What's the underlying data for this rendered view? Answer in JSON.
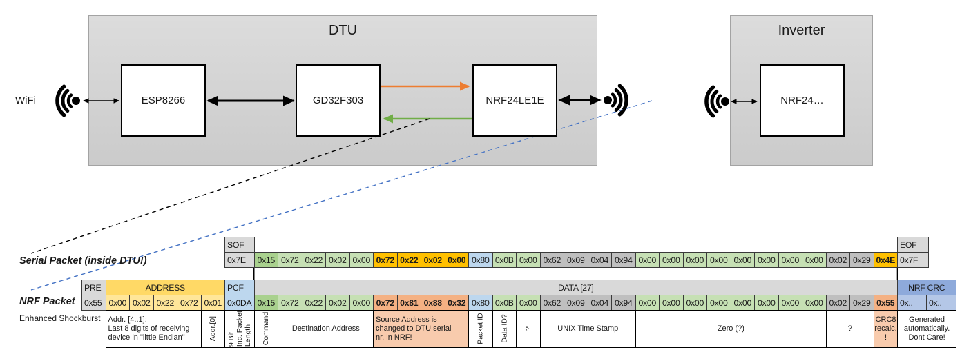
{
  "diagram": {
    "wifi_label": "WiFi",
    "dtu": {
      "title": "DTU",
      "components": [
        {
          "label": "ESP8266"
        },
        {
          "label": "GD32F303"
        },
        {
          "label": "NRF24LE1E"
        }
      ]
    },
    "inverter": {
      "title": "Inverter",
      "components": [
        {
          "label": "NRF24…"
        }
      ]
    },
    "icons": [
      "wifi-icon-left",
      "wifi-icon-dtu-right",
      "wifi-icon-inverter"
    ]
  },
  "serial_packet": {
    "label": "Serial Packet (inside DTU!)",
    "sof_header": "SOF",
    "sof_value": "0x7E",
    "eof_header": "EOF",
    "eof_value": "0x7F",
    "bytes": [
      {
        "v": "0x15",
        "c": "g2"
      },
      {
        "v": "0x72",
        "c": "g1"
      },
      {
        "v": "0x22",
        "c": "g1"
      },
      {
        "v": "0x02",
        "c": "g1"
      },
      {
        "v": "0x00",
        "c": "g1"
      },
      {
        "v": "0x72",
        "c": "gold",
        "b": true
      },
      {
        "v": "0x22",
        "c": "gold",
        "b": true
      },
      {
        "v": "0x02",
        "c": "gold",
        "b": true
      },
      {
        "v": "0x00",
        "c": "gold",
        "b": true
      },
      {
        "v": "0x80",
        "c": "blue"
      },
      {
        "v": "0x0B",
        "c": "g1"
      },
      {
        "v": "0x00",
        "c": "g1"
      },
      {
        "v": "0x62",
        "c": "gray2"
      },
      {
        "v": "0x09",
        "c": "gray2"
      },
      {
        "v": "0x04",
        "c": "gray2"
      },
      {
        "v": "0x94",
        "c": "gray2"
      },
      {
        "v": "0x00",
        "c": "g1"
      },
      {
        "v": "0x00",
        "c": "g1"
      },
      {
        "v": "0x00",
        "c": "g1"
      },
      {
        "v": "0x00",
        "c": "g1"
      },
      {
        "v": "0x00",
        "c": "g1"
      },
      {
        "v": "0x00",
        "c": "g1"
      },
      {
        "v": "0x00",
        "c": "g1"
      },
      {
        "v": "0x00",
        "c": "g1"
      },
      {
        "v": "0x02",
        "c": "gray2"
      },
      {
        "v": "0x29",
        "c": "gray2"
      },
      {
        "v": "0x4E",
        "c": "gold",
        "b": true
      }
    ]
  },
  "nrf_packet": {
    "label": "NRF Packet",
    "protocol_label": "Enhanced Shockburst",
    "pre_header": "PRE",
    "pre_value": "0x55",
    "address_header": "ADDRESS",
    "address_values": [
      "0x00",
      "0x02",
      "0x22",
      "0x72",
      "0x01"
    ],
    "pcf_header": "PCF",
    "pcf_value": "0x0DA",
    "data_header": "DATA [27]",
    "bytes": [
      {
        "v": "0x15",
        "c": "g2"
      },
      {
        "v": "0x72",
        "c": "g1"
      },
      {
        "v": "0x22",
        "c": "g1"
      },
      {
        "v": "0x02",
        "c": "g1"
      },
      {
        "v": "0x00",
        "c": "g1"
      },
      {
        "v": "0x72",
        "c": "salmon",
        "b": true
      },
      {
        "v": "0x81",
        "c": "salmon",
        "b": true
      },
      {
        "v": "0x88",
        "c": "salmon",
        "b": true
      },
      {
        "v": "0x32",
        "c": "salmon",
        "b": true
      },
      {
        "v": "0x80",
        "c": "blue"
      },
      {
        "v": "0x0B",
        "c": "g1"
      },
      {
        "v": "0x00",
        "c": "g1"
      },
      {
        "v": "0x62",
        "c": "gray2"
      },
      {
        "v": "0x09",
        "c": "gray2"
      },
      {
        "v": "0x04",
        "c": "gray2"
      },
      {
        "v": "0x94",
        "c": "gray2"
      },
      {
        "v": "0x00",
        "c": "g1"
      },
      {
        "v": "0x00",
        "c": "g1"
      },
      {
        "v": "0x00",
        "c": "g1"
      },
      {
        "v": "0x00",
        "c": "g1"
      },
      {
        "v": "0x00",
        "c": "g1"
      },
      {
        "v": "0x00",
        "c": "g1"
      },
      {
        "v": "0x00",
        "c": "g1"
      },
      {
        "v": "0x00",
        "c": "g1"
      },
      {
        "v": "0x02",
        "c": "gray2"
      },
      {
        "v": "0x29",
        "c": "gray2"
      },
      {
        "v": "0x55",
        "c": "salmon",
        "b": true
      }
    ],
    "crc_header": "NRF CRC",
    "crc_values": [
      "0x..",
      "0x.."
    ]
  },
  "annotations": [
    {
      "name": "addr-receiving-note",
      "col": 1,
      "span": 4,
      "style": "left",
      "text": "Addr. [4..1]:\nLast 8 digits of receiving\ndevice in \"little Endian\""
    },
    {
      "name": "addr0-note",
      "col": 5,
      "span": 1,
      "style": "vertical",
      "text": "Addr.[0]"
    },
    {
      "name": "pcf-length-note",
      "col": 6,
      "span": 1,
      "style": "vertical",
      "text": "9 Bit!\nInc. Packet\nLength"
    },
    {
      "name": "command-note",
      "col": 7,
      "span": 1,
      "style": "vertical",
      "text": "Command"
    },
    {
      "name": "destination-address-note",
      "col": 8,
      "span": 4,
      "style": "center",
      "text": "Destination Address"
    },
    {
      "name": "source-address-note",
      "col": 12,
      "span": 4,
      "style": "left",
      "bg": "salmon",
      "text": "Source Address is\nchanged to DTU serial\nnr. in NRF!"
    },
    {
      "name": "packet-id-note",
      "col": 16,
      "span": 1,
      "style": "vertical",
      "text": "Packet ID"
    },
    {
      "name": "data-id-note",
      "col": 17,
      "span": 1,
      "style": "vertical",
      "text": "Data ID?"
    },
    {
      "name": "unknown-byte-note",
      "col": 18,
      "span": 1,
      "style": "vertical",
      "text": "?"
    },
    {
      "name": "unix-timestamp-note",
      "col": 19,
      "span": 4,
      "style": "center",
      "text": "UNIX Time Stamp"
    },
    {
      "name": "zero-note",
      "col": 23,
      "span": 8,
      "style": "center",
      "text": "Zero (?)"
    },
    {
      "name": "unknown-tail-note",
      "col": 31,
      "span": 2,
      "style": "center",
      "text": "?"
    },
    {
      "name": "crc8-recalc-note",
      "col": 33,
      "span": 1,
      "style": "center",
      "bg": "salmon",
      "text": "CRC8\nrecalc.\n!"
    },
    {
      "name": "crc-generated-note",
      "col": 34,
      "span": 2,
      "style": "center",
      "text": "Generated\nautomatically.\nDont Care!"
    }
  ],
  "colors": {
    "orange_arrow": "#ED7D31",
    "green_arrow": "#70AD47",
    "blue_dashed": "#4472C4",
    "gray": "#D9D9D9",
    "gray2": "#BFBFBF",
    "green_light": "#C6E0B4",
    "green_dark": "#A9D18E",
    "gold": "#FFC000",
    "salmon": "#F4B183",
    "salmon_light": "#F8CBAD",
    "blue_cell": "#BDD7EE",
    "yellow": "#FFE699",
    "yellow_header": "#FFD966",
    "crc_header": "#8EAADB",
    "crc_cell": "#B4C7E7"
  }
}
